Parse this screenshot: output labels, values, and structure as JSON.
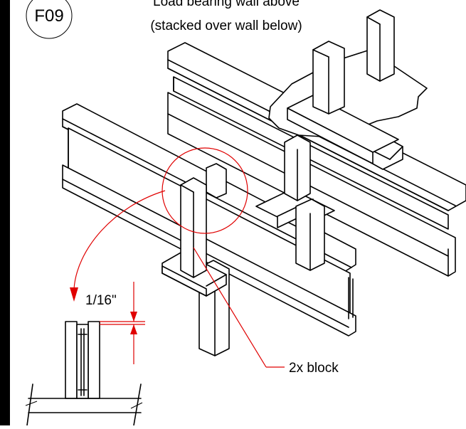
{
  "detail_tag": "F09",
  "callouts": {
    "wall_above_line1": "Load bearing wall above",
    "wall_above_line2": "(stacked over wall below)",
    "gap": "1/16\"",
    "block": "2x block"
  },
  "colors": {
    "linework": "#000000",
    "annotation": "#e00000",
    "background": "#ffffff"
  }
}
